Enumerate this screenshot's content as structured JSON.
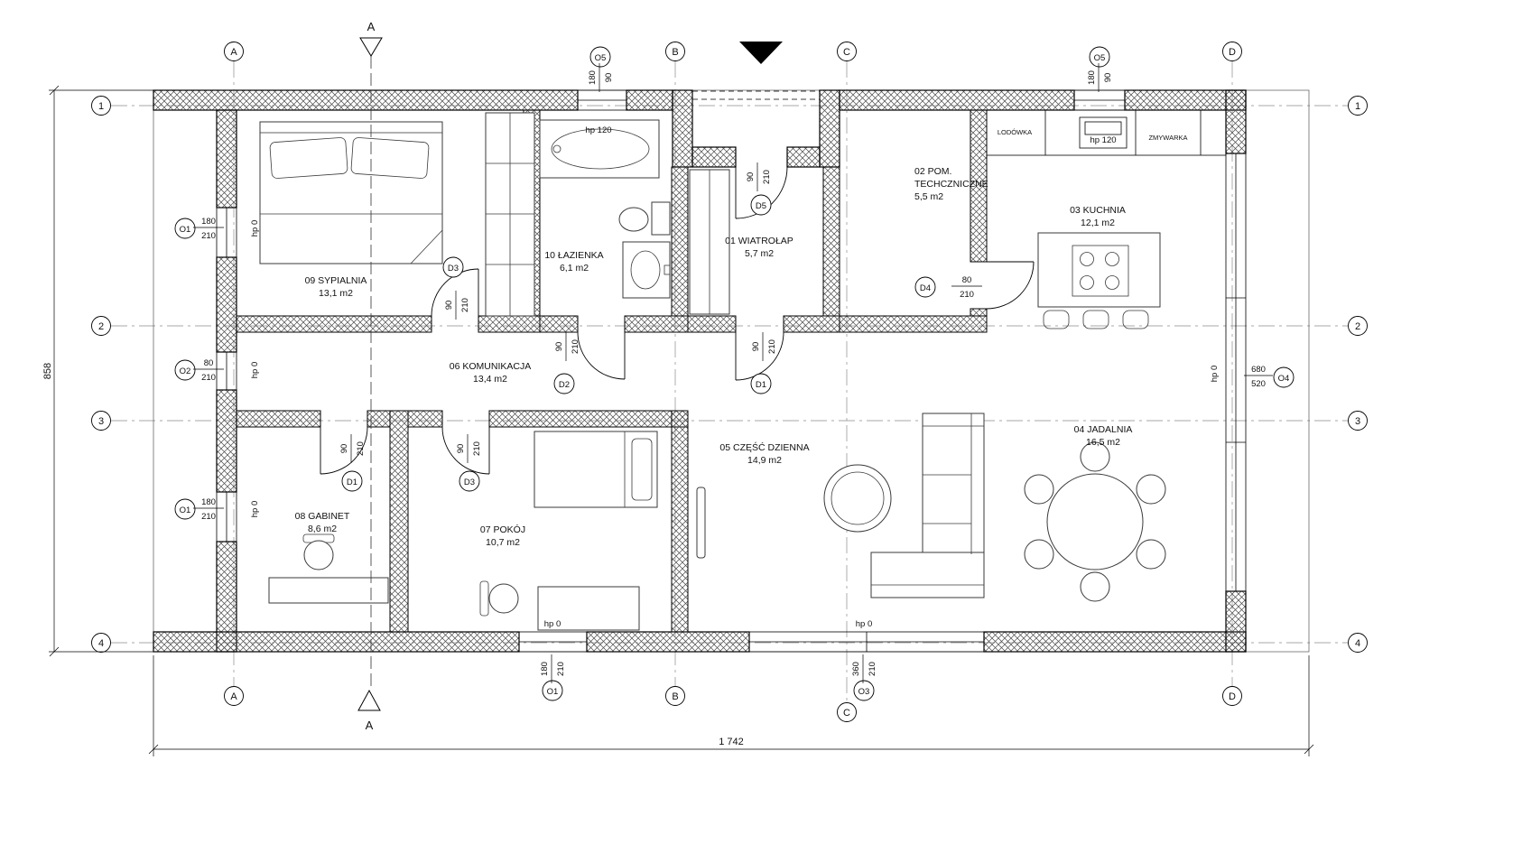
{
  "axes": {
    "a": "A",
    "b": "B",
    "c": "C",
    "d": "D",
    "n1": "1",
    "n2": "2",
    "n3": "3",
    "n4": "4"
  },
  "section": {
    "label": "A"
  },
  "overall_dims": {
    "width": "1 742",
    "height": "858"
  },
  "rooms": {
    "sypialnia": {
      "name": "09 SYPIALNIA",
      "area": "13,1 m2"
    },
    "lazienka": {
      "name": "10 ŁAZIENKA",
      "area": "6,1 m2"
    },
    "wiatrolap": {
      "name": "01 WIATROŁAP",
      "area": "5,7 m2"
    },
    "pom_techniczne": {
      "name": "02 POM.",
      "name_line2": "TECHCZNICZNE",
      "area": "5,5 m2"
    },
    "kuchnia": {
      "name": "03 KUCHNIA",
      "area": "12,1 m2"
    },
    "komunikacja": {
      "name": "06 KOMUNIKACJA",
      "area": "13,4 m2"
    },
    "czesc_dzienna": {
      "name": "05 CZĘŚĆ DZIENNA",
      "area": "14,9 m2"
    },
    "jadalnia": {
      "name": "04 JADALNIA",
      "area": "16,5 m2"
    },
    "gabinet": {
      "name": "08 GABINET",
      "area": "8,6 m2"
    },
    "pokoj": {
      "name": "07 POKÓJ",
      "area": "10,7 m2"
    }
  },
  "door_markers": {
    "d1": "D1",
    "d2": "D2",
    "d3": "D3",
    "d4": "D4",
    "d5": "D5"
  },
  "window_markers": {
    "o1": "O1",
    "o2": "O2",
    "o3": "O3",
    "o4": "O4",
    "o5": "O5"
  },
  "dims": {
    "n80": "80",
    "n90": "90",
    "n180": "180",
    "n210": "210",
    "n360": "360",
    "n520": "520",
    "n680": "680"
  },
  "levels": {
    "hp0": "hp 0",
    "hp120": "hp 120"
  },
  "kitchen": {
    "fridge": "LODÓWKA",
    "dishwasher": "ZMYWARKA"
  }
}
